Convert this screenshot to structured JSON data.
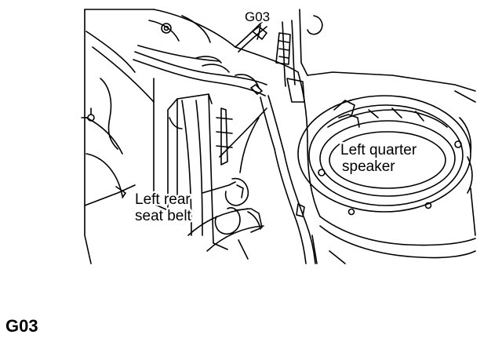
{
  "figure": {
    "kind": "line-art illustration",
    "ink_color": "#000000",
    "background_color": "#ffffff",
    "callouts": {
      "connector": "G03",
      "seat_belt_line1": "Left rear",
      "seat_belt_line2": "seat belt",
      "speaker_line1": "Left quarter",
      "speaker_line2": "speaker"
    }
  },
  "caption": "G03"
}
